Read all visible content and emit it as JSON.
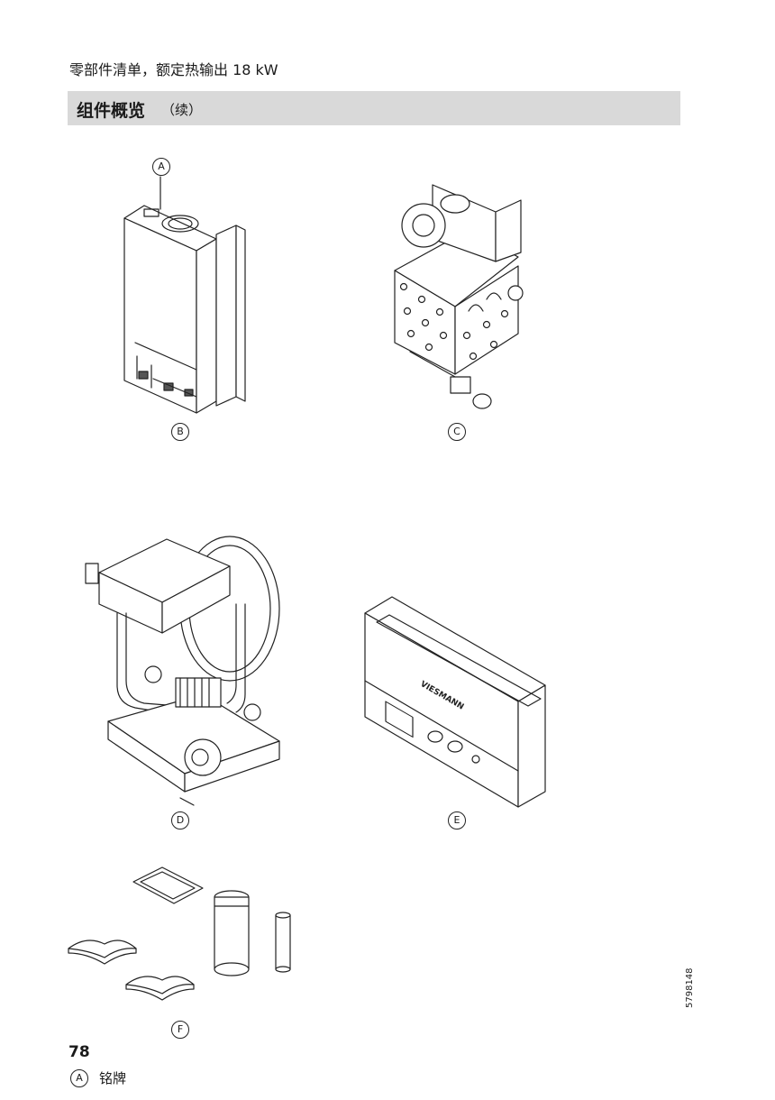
{
  "header": {
    "text": "零部件清单，额定热输出 18 kW"
  },
  "section": {
    "title": "组件概览",
    "subtitle": "（续）"
  },
  "labels": {
    "a": "A",
    "b": "B",
    "c": "C",
    "d": "D",
    "e": "E",
    "f": "F"
  },
  "brand_text": "VIESMANN",
  "page_number": "78",
  "legend": [
    {
      "letter": "A",
      "text": "铭牌"
    }
  ],
  "doc_code": "5798148"
}
